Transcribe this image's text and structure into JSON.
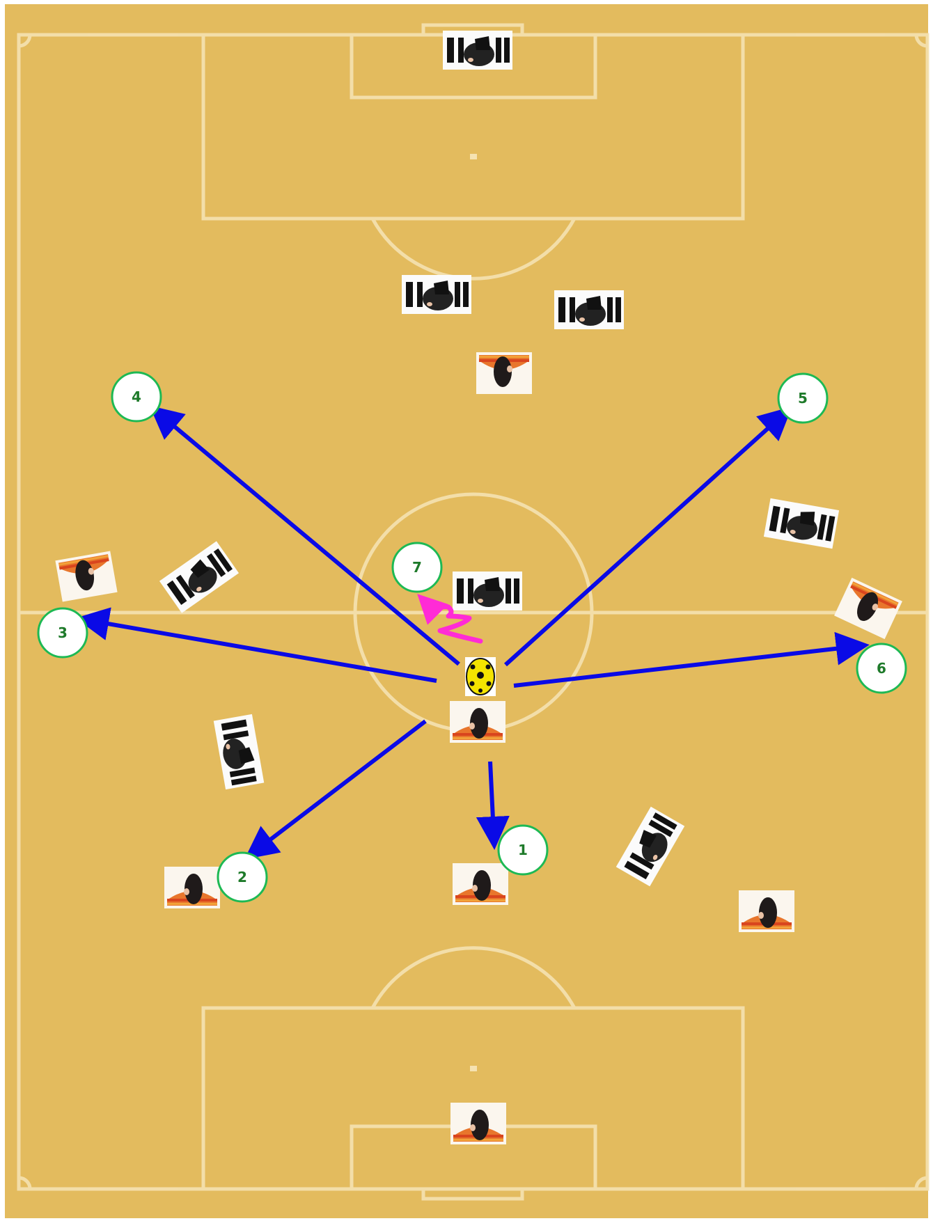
{
  "colors": {
    "pitch": "#E3BB5E",
    "lines": "#F5E2B2",
    "pass_arrows": "#0A0AE6",
    "dribble": "#FF2BD6",
    "marker_ring": "#1DB954",
    "marker_text": "#1E7A2A",
    "team_orange_shirt": "#E8762C",
    "team_white_shirt": "#FFFFFF"
  },
  "markers": [
    {
      "label": "1",
      "target": "pass-option-1"
    },
    {
      "label": "2",
      "target": "pass-option-2"
    },
    {
      "label": "3",
      "target": "pass-option-3"
    },
    {
      "label": "4",
      "target": "pass-option-4"
    },
    {
      "label": "5",
      "target": "pass-option-5"
    },
    {
      "label": "6",
      "target": "pass-option-6"
    },
    {
      "label": "7",
      "target": "dribble-option-7"
    }
  ],
  "icons": {
    "ball": "soccer-ball-icon",
    "orange_player": "orange-team-player-icon",
    "striped_player": "striped-team-player-icon"
  }
}
